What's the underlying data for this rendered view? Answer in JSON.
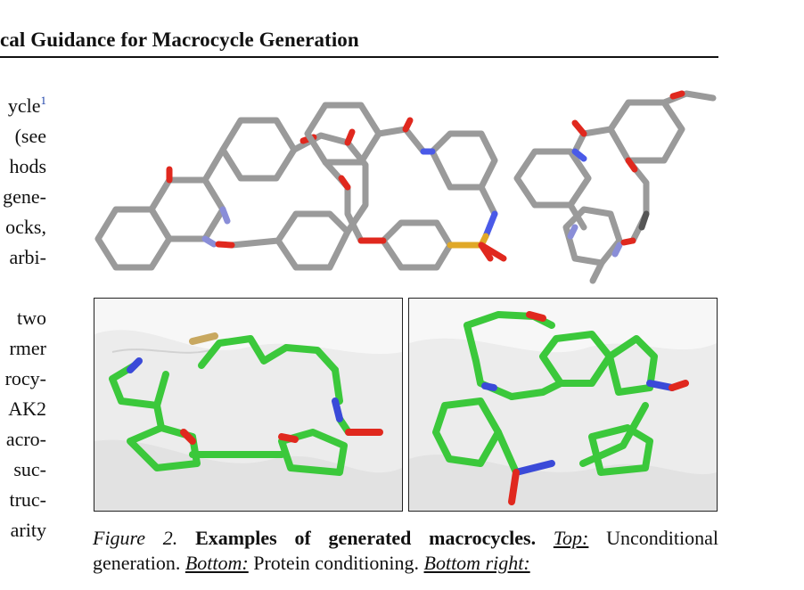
{
  "header": {
    "title": "cal Guidance for Macrocycle Generation"
  },
  "left_column": {
    "fragments_a": [
      "ycle",
      "(see",
      "hods",
      "gene-",
      "ocks,",
      "arbi-"
    ],
    "footnote_ref": "1",
    "fragments_b": [
      "two",
      "rmer",
      "rocy-",
      "AK2",
      "acro-",
      "suc-",
      "truc-",
      "arity"
    ]
  },
  "colors": {
    "bond_gray": "#a8a8a8",
    "bond_green": "#3bc83b",
    "oxygen_red": "#e0281e",
    "nitrogen_blue": "#4a5ae8",
    "nitrogen_lilac": "#8a8ed8",
    "sulfur_yellow": "#e0a828",
    "pocket_gray": "#ececec"
  },
  "figure": {
    "top_row": [
      "macrocycle-1",
      "macrocycle-2",
      "macrocycle-3"
    ],
    "bottom_row": [
      "protein-pocket-left",
      "protein-pocket-right"
    ]
  },
  "caption": {
    "label": "Figure 2.",
    "title": "Examples of generated macrocycles.",
    "top_tag": "Top:",
    "top_text": "Unconditional generation.",
    "bottom_tag": "Bottom:",
    "bottom_text": "Protein conditioning.",
    "bottom_right_tag": "Bottom right:"
  }
}
